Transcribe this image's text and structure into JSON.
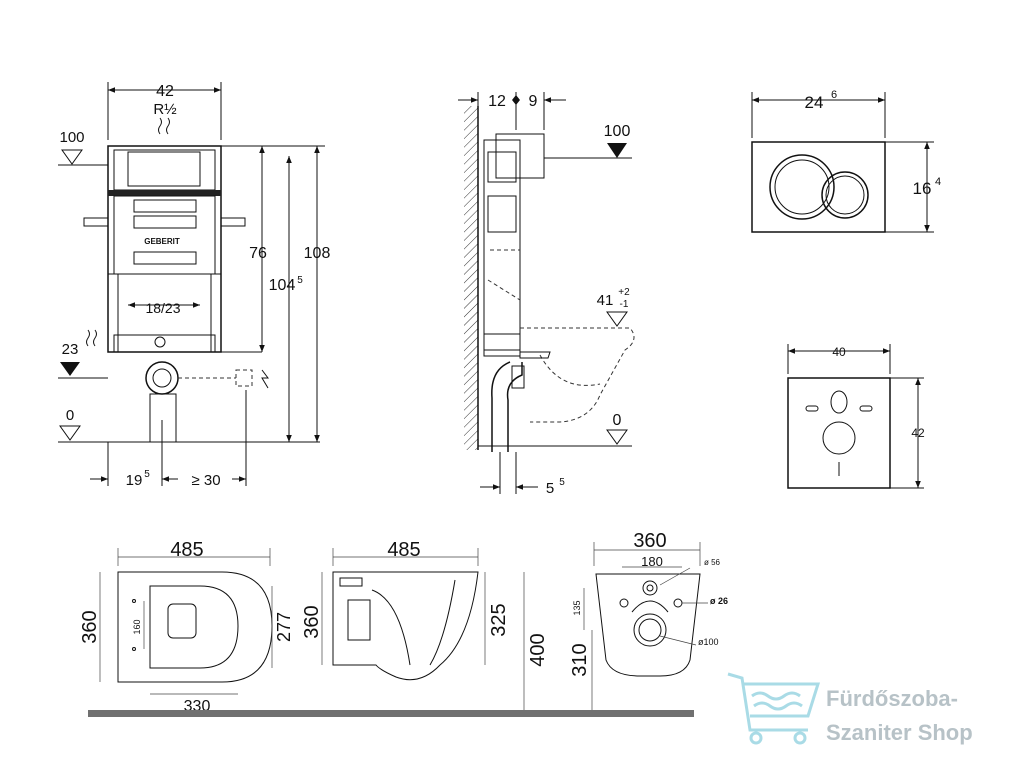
{
  "front_view": {
    "width_top": "42",
    "connection": "R½",
    "level_100": "100",
    "height_76": "76",
    "height_104": "104",
    "height_104_sup": "5",
    "height_108": "108",
    "drain_spacing": "18/23",
    "level_23": "23",
    "level_0": "0",
    "offset_19": "19",
    "offset_19_sup": "5",
    "offset_30": "≥ 30",
    "brand": "GEBERIT"
  },
  "side_view": {
    "depth_12": "12",
    "depth_9": "9",
    "level_100": "100",
    "level_41": "41",
    "tol_plus": "+2",
    "tol_minus": "-1",
    "level_0": "0",
    "offset_5": "5",
    "offset_5_sup": "5"
  },
  "flush_plate": {
    "width": "24",
    "width_sup": "6",
    "height": "16",
    "height_sup": "4"
  },
  "wall_plate": {
    "width": "40",
    "height": "42"
  },
  "bowl_top": {
    "length": "485",
    "width": "360",
    "inner_width": "277",
    "inner_length": "330",
    "hole_spacing": "160"
  },
  "bowl_side": {
    "length": "485",
    "width": "360",
    "height_325": "325",
    "height_400": "400"
  },
  "bowl_back": {
    "width": "360",
    "spacing_180": "180",
    "dia_56": "ø 56",
    "dia_26": "ø 26",
    "dia_100": "ø100",
    "height_135": "135",
    "height_310": "310"
  },
  "watermark": {
    "line1": "Fürdőszoba-",
    "line2": "Szaniter Shop"
  }
}
